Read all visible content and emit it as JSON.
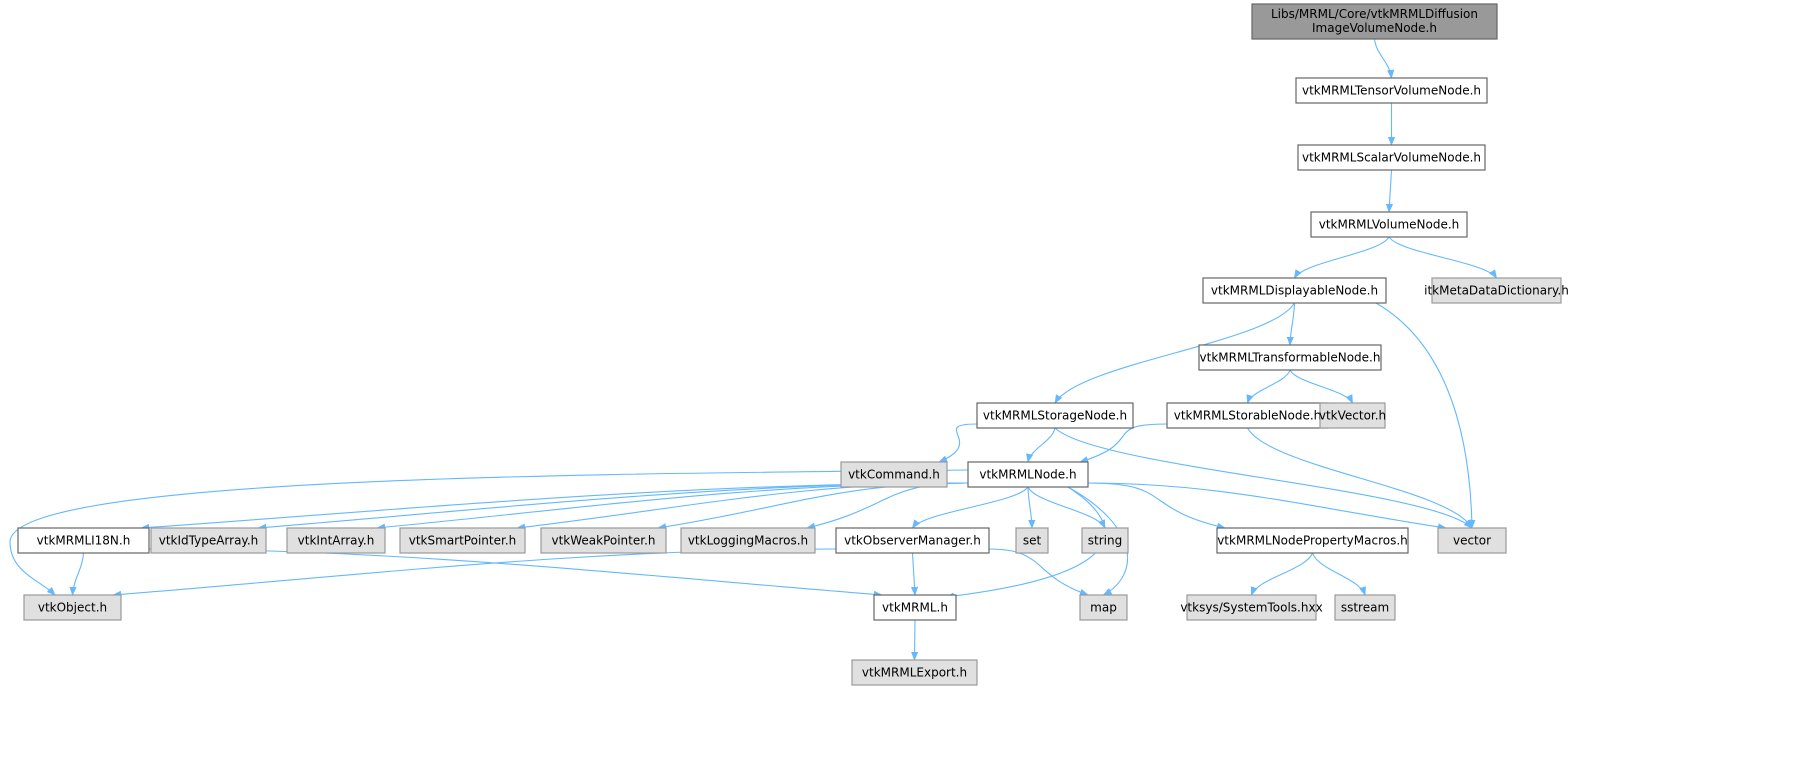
{
  "graph": {
    "edge_color": "#63b8ff",
    "nodes": [
      {
        "id": "root",
        "label": "Libs/MRML/Core/vtkMRMLDiffusion",
        "label2": "ImageVolumeNode.h",
        "kind": "root"
      },
      {
        "id": "tensor",
        "label": "vtkMRMLTensorVolumeNode.h",
        "kind": "int"
      },
      {
        "id": "scalar",
        "label": "vtkMRMLScalarVolumeNode.h",
        "kind": "int"
      },
      {
        "id": "volume",
        "label": "vtkMRMLVolumeNode.h",
        "kind": "int"
      },
      {
        "id": "displayable",
        "label": "vtkMRMLDisplayableNode.h",
        "kind": "int"
      },
      {
        "id": "itkmeta",
        "label": "itkMetaDataDictionary.h",
        "kind": "ext"
      },
      {
        "id": "transformable",
        "label": "vtkMRMLTransformableNode.h",
        "kind": "int"
      },
      {
        "id": "storage",
        "label": "vtkMRMLStorageNode.h",
        "kind": "int"
      },
      {
        "id": "storable",
        "label": "vtkMRMLStorableNode.h",
        "kind": "int"
      },
      {
        "id": "vtkvector",
        "label": "vtkVector.h",
        "kind": "ext"
      },
      {
        "id": "vtkcommand",
        "label": "vtkCommand.h",
        "kind": "ext"
      },
      {
        "id": "mrmlnode",
        "label": "vtkMRMLNode.h",
        "kind": "int"
      },
      {
        "id": "i18n",
        "label": "vtkMRMLI18N.h",
        "kind": "int"
      },
      {
        "id": "idtype",
        "label": "vtkIdTypeArray.h",
        "kind": "ext"
      },
      {
        "id": "intarray",
        "label": "vtkIntArray.h",
        "kind": "ext"
      },
      {
        "id": "smartptr",
        "label": "vtkSmartPointer.h",
        "kind": "ext"
      },
      {
        "id": "weakptr",
        "label": "vtkWeakPointer.h",
        "kind": "ext"
      },
      {
        "id": "logging",
        "label": "vtkLoggingMacros.h",
        "kind": "ext"
      },
      {
        "id": "observer",
        "label": "vtkObserverManager.h",
        "kind": "int"
      },
      {
        "id": "set",
        "label": "set",
        "kind": "ext"
      },
      {
        "id": "string",
        "label": "string",
        "kind": "ext"
      },
      {
        "id": "propmacros",
        "label": "vtkMRMLNodePropertyMacros.h",
        "kind": "int"
      },
      {
        "id": "vector",
        "label": "vector",
        "kind": "ext"
      },
      {
        "id": "vtkobject",
        "label": "vtkObject.h",
        "kind": "ext"
      },
      {
        "id": "mrmlh",
        "label": "vtkMRML.h",
        "kind": "int"
      },
      {
        "id": "map",
        "label": "map",
        "kind": "ext"
      },
      {
        "id": "systools",
        "label": "vtksys/SystemTools.hxx",
        "kind": "ext"
      },
      {
        "id": "sstream",
        "label": "sstream",
        "kind": "ext"
      },
      {
        "id": "export",
        "label": "vtkMRMLExport.h",
        "kind": "ext"
      }
    ],
    "edges": [
      [
        "root",
        "tensor"
      ],
      [
        "tensor",
        "scalar"
      ],
      [
        "scalar",
        "volume"
      ],
      [
        "volume",
        "displayable"
      ],
      [
        "volume",
        "itkmeta"
      ],
      [
        "displayable",
        "storage"
      ],
      [
        "displayable",
        "transformable"
      ],
      [
        "displayable",
        "vector"
      ],
      [
        "transformable",
        "storable"
      ],
      [
        "transformable",
        "vtkvector"
      ],
      [
        "storage",
        "vtkcommand"
      ],
      [
        "storage",
        "mrmlnode"
      ],
      [
        "storage",
        "vector"
      ],
      [
        "storable",
        "mrmlnode"
      ],
      [
        "storable",
        "vector"
      ],
      [
        "mrmlnode",
        "vtkobject"
      ],
      [
        "mrmlnode",
        "i18n"
      ],
      [
        "mrmlnode",
        "idtype"
      ],
      [
        "mrmlnode",
        "intarray"
      ],
      [
        "mrmlnode",
        "smartptr"
      ],
      [
        "mrmlnode",
        "weakptr"
      ],
      [
        "mrmlnode",
        "logging"
      ],
      [
        "mrmlnode",
        "observer"
      ],
      [
        "mrmlnode",
        "set"
      ],
      [
        "mrmlnode",
        "string"
      ],
      [
        "mrmlnode",
        "mrmlh"
      ],
      [
        "mrmlnode",
        "map"
      ],
      [
        "mrmlnode",
        "propmacros"
      ],
      [
        "mrmlnode",
        "vector"
      ],
      [
        "i18n",
        "vtkobject"
      ],
      [
        "i18n",
        "mrmlh"
      ],
      [
        "observer",
        "vtkobject"
      ],
      [
        "observer",
        "mrmlh"
      ],
      [
        "observer",
        "map"
      ],
      [
        "propmacros",
        "systools"
      ],
      [
        "propmacros",
        "sstream"
      ],
      [
        "mrmlh",
        "export"
      ]
    ]
  }
}
